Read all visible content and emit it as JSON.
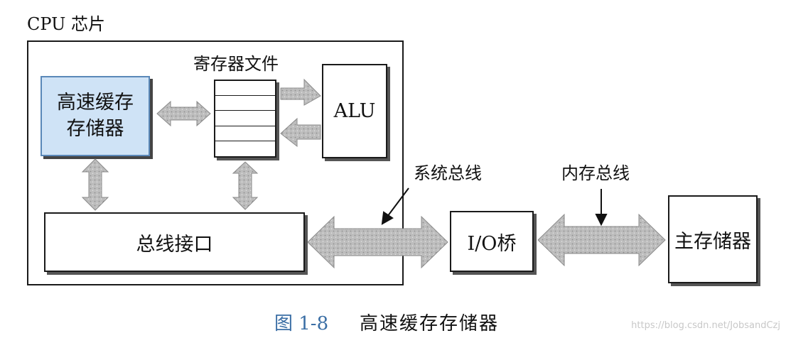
{
  "diagram": {
    "chip_label": "CPU 芯片",
    "register_file_label": "寄存器文件",
    "cache_line1": "高速缓存",
    "cache_line2": "存储器",
    "alu_label": "ALU",
    "bus_interface_label": "总线接口",
    "system_bus_label": "系统总线",
    "memory_bus_label": "内存总线",
    "io_bridge_label": "I/O桥",
    "main_memory_label": "主存储器"
  },
  "caption": {
    "figure_number": "图 1-8",
    "title": "高速缓存存储器"
  },
  "watermark": "https://blog.csdn.net/JobsandCzj",
  "colors": {
    "cache_fill": "#cfe3f6",
    "arrow_fill": "#b9b9b9",
    "caption_number": "#3a6ea5"
  }
}
